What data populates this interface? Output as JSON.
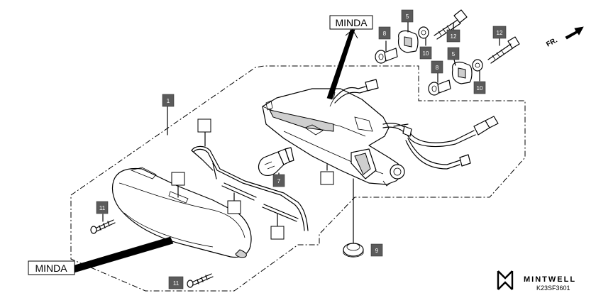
{
  "brand_labels": [
    "MINDA",
    "MINDA"
  ],
  "callouts": [
    "1",
    "5",
    "5",
    "7",
    "8",
    "8",
    "9",
    "10",
    "10",
    "11",
    "11",
    "12",
    "12"
  ],
  "direction_label": "FR.",
  "logo_text": "MINTWELL",
  "diagram_code": "K23SF3601",
  "colors": {
    "callout_fill": "#5b5b5b",
    "callout_text": "#ffffff",
    "line": "#000000"
  }
}
